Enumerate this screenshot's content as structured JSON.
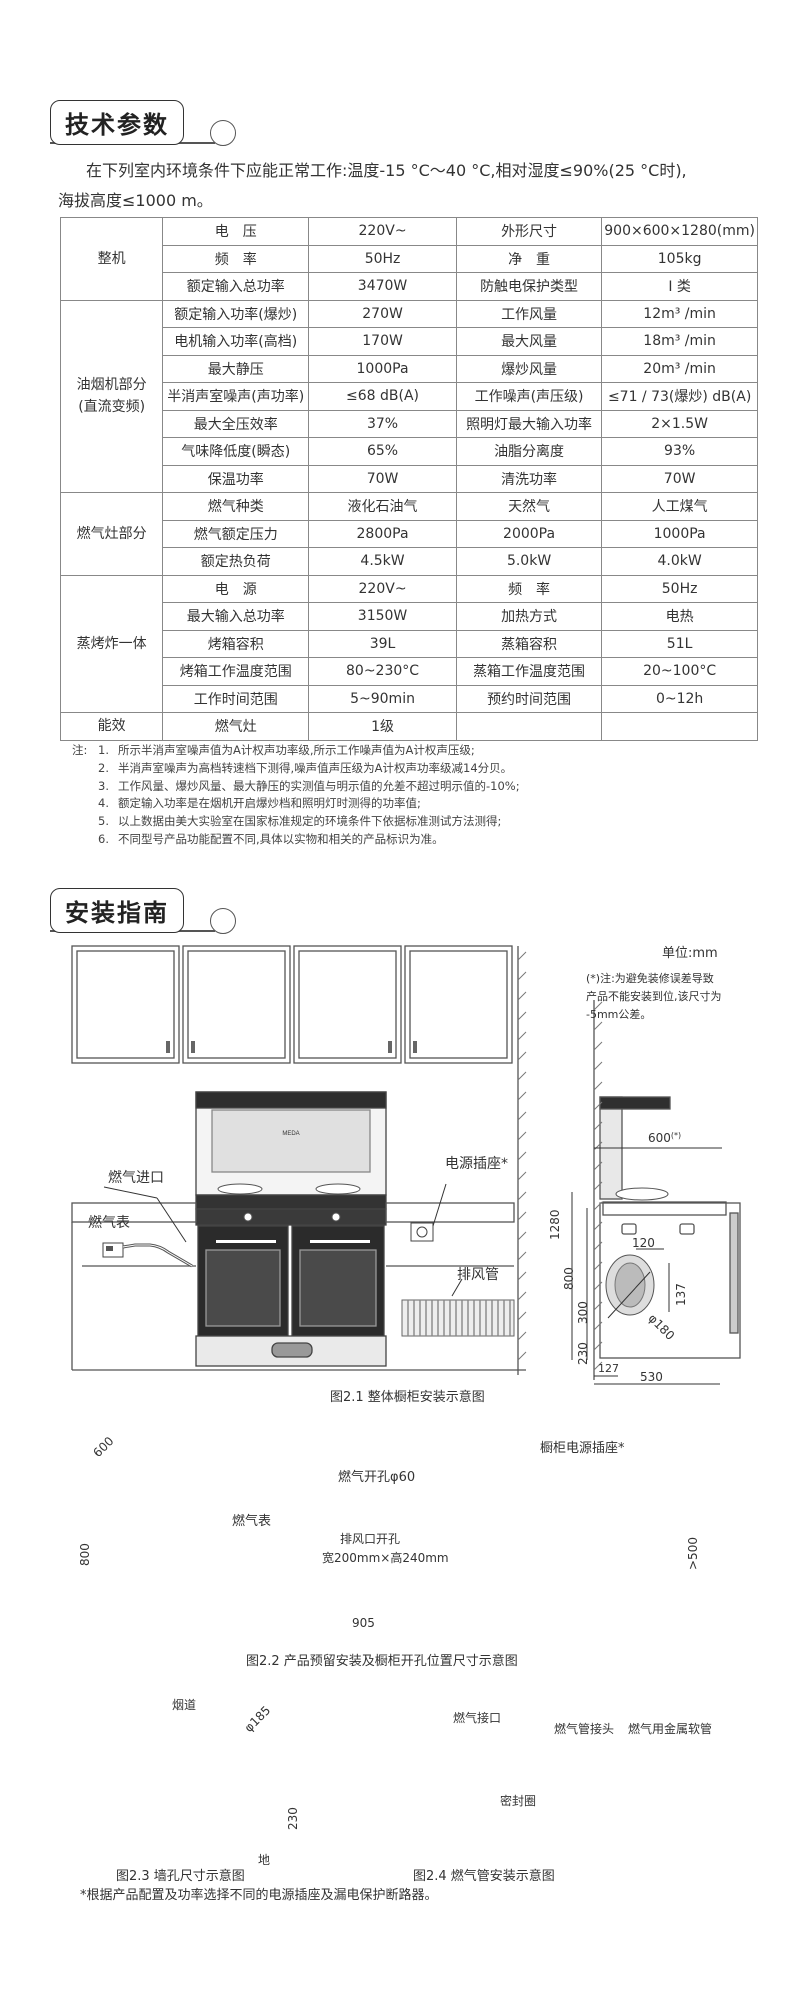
{
  "sections": {
    "spec_title": "技术参数",
    "install_title": "安装指南"
  },
  "intro": {
    "line1": "在下列室内环境条件下应能正常工作:温度-15 °C～40 °C,相对湿度≤90%(25 °C时),",
    "line2": "海拔高度≤1000 m。"
  },
  "spec_table": {
    "groups": {
      "whole": "整机",
      "hood": "油烟机部分",
      "hood_sub": "(直流变频)",
      "stove": "燃气灶部分",
      "steam": "蒸烤炸一体",
      "energy": "能效"
    },
    "rows": [
      [
        "电　压",
        "220V~",
        "外形尺寸",
        "900×600×1280(mm)"
      ],
      [
        "频　率",
        "50Hz",
        "净　重",
        "105kg"
      ],
      [
        "额定输入总功率",
        "3470W",
        "防触电保护类型",
        "I 类"
      ],
      [
        "额定输入功率(爆炒)",
        "270W",
        "工作风量",
        "12m³ /min"
      ],
      [
        "电机输入功率(高档)",
        "170W",
        "最大风量",
        "18m³ /min"
      ],
      [
        "最大静压",
        "1000Pa",
        "爆炒风量",
        "20m³ /min"
      ],
      [
        "半消声室噪声(声功率)",
        "≤68 dB(A)",
        "工作噪声(声压级)",
        "≤71 / 73(爆炒) dB(A)"
      ],
      [
        "最大全压效率",
        "37%",
        "照明灯最大输入功率",
        "2×1.5W"
      ],
      [
        "气味降低度(瞬态)",
        "65%",
        "油脂分离度",
        "93%"
      ],
      [
        "保温功率",
        "70W",
        "清洗功率",
        "70W"
      ],
      [
        "燃气种类",
        "液化石油气",
        "天然气",
        "人工煤气"
      ],
      [
        "燃气额定压力",
        "2800Pa",
        "2000Pa",
        "1000Pa"
      ],
      [
        "额定热负荷",
        "4.5kW",
        "5.0kW",
        "4.0kW"
      ],
      [
        "电　源",
        "220V~",
        "频　率",
        "50Hz"
      ],
      [
        "最大输入总功率",
        "3150W",
        "加热方式",
        "电热"
      ],
      [
        "烤箱容积",
        "39L",
        "蒸箱容积",
        "51L"
      ],
      [
        "烤箱工作温度范围",
        "80~230°C",
        "蒸箱工作温度范围",
        "20~100°C"
      ],
      [
        "工作时间范围",
        "5~90min",
        "预约时间范围",
        "0~12h"
      ],
      [
        "燃气灶",
        "1级",
        "",
        ""
      ]
    ]
  },
  "notes": {
    "label": "注:",
    "items": [
      "所示半消声室噪声值为A计权声功率级,所示工作噪声值为A计权声压级;",
      "半消声室噪声为高档转速档下测得,噪声值声压级为A计权声功率级减14分贝。",
      "工作风量、爆炒风量、最大静压的实测值与明示值的允差不超过明示值的-10%;",
      "额定输入功率是在烟机开启爆炒档和照明灯时测得的功率值;",
      "以上数据由美大实验室在国家标准规定的环境条件下依据标准测试方法测得;",
      "不同型号产品功能配置不同,具体以实物和相关的产品标识为准。"
    ],
    "numbers": [
      "1.",
      "2.",
      "3.",
      "4.",
      "5.",
      "6."
    ]
  },
  "fig1": {
    "unit": "单位:mm",
    "remark1": "(*)注:为避免装修误差导致",
    "remark2": "产品不能安装到位,该尺寸为",
    "remark3": "-5mm公差。",
    "gas_inlet": "燃气进口",
    "gas_meter": "燃气表",
    "power_socket": "电源插座*",
    "exhaust_pipe": "排风管",
    "brand": "MEDA",
    "dim_600": "600",
    "dim_600_star": "(*)",
    "dim_1280": "1280",
    "dim_800": "800",
    "dim_300": "300",
    "dim_230": "230",
    "dim_120": "120",
    "dim_137": "137",
    "dim_180": "φ180",
    "dim_127": "127",
    "dim_530": "530",
    "caption": "图2.1  整体橱柜安装示意图"
  },
  "fig2": {
    "dim_600": "600",
    "dim_800": "800",
    "gas_hole": "燃气开孔φ60",
    "gas_meter": "燃气表",
    "exhaust_hole": "排风口开孔",
    "exhaust_size": "宽200mm×高240mm",
    "cabinet_socket": "橱柜电源插座*",
    "dim_500": ">500",
    "dim_905": "905",
    "caption": "图2.2  产品预留安装及橱柜开孔位置尺寸示意图"
  },
  "fig3": {
    "flue": "烟道",
    "dim_185": "φ185",
    "dim_230": "230",
    "ground": "地",
    "caption": "图2.3 墙孔尺寸示意图"
  },
  "fig4": {
    "gas_connector": "燃气接口",
    "seal_ring": "密封圈",
    "pipe_joint": "燃气管接头",
    "hose": "燃气用金属软管",
    "caption": "图2.4 燃气管安装示意图"
  },
  "footnote": "*根据产品配置及功率选择不同的电源插座及漏电保护断路器。"
}
